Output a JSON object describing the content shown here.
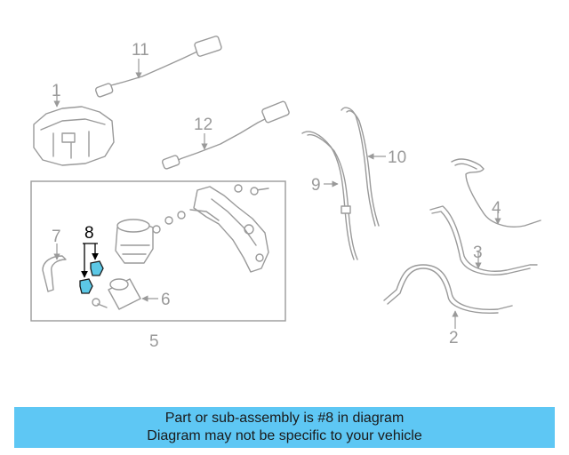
{
  "callouts": {
    "c1": "1",
    "c2": "2",
    "c3": "3",
    "c4": "4",
    "c5": "5",
    "c6": "6",
    "c7": "7",
    "c8": "8",
    "c9": "9",
    "c10": "10",
    "c11": "11",
    "c12": "12"
  },
  "highlight": {
    "color": "#5cc8e6",
    "part": "8"
  },
  "banner": {
    "line1": "Part or sub-assembly is #8 in diagram",
    "line2": "Diagram may not be specific to your vehicle",
    "color": "#5ec7f4"
  }
}
